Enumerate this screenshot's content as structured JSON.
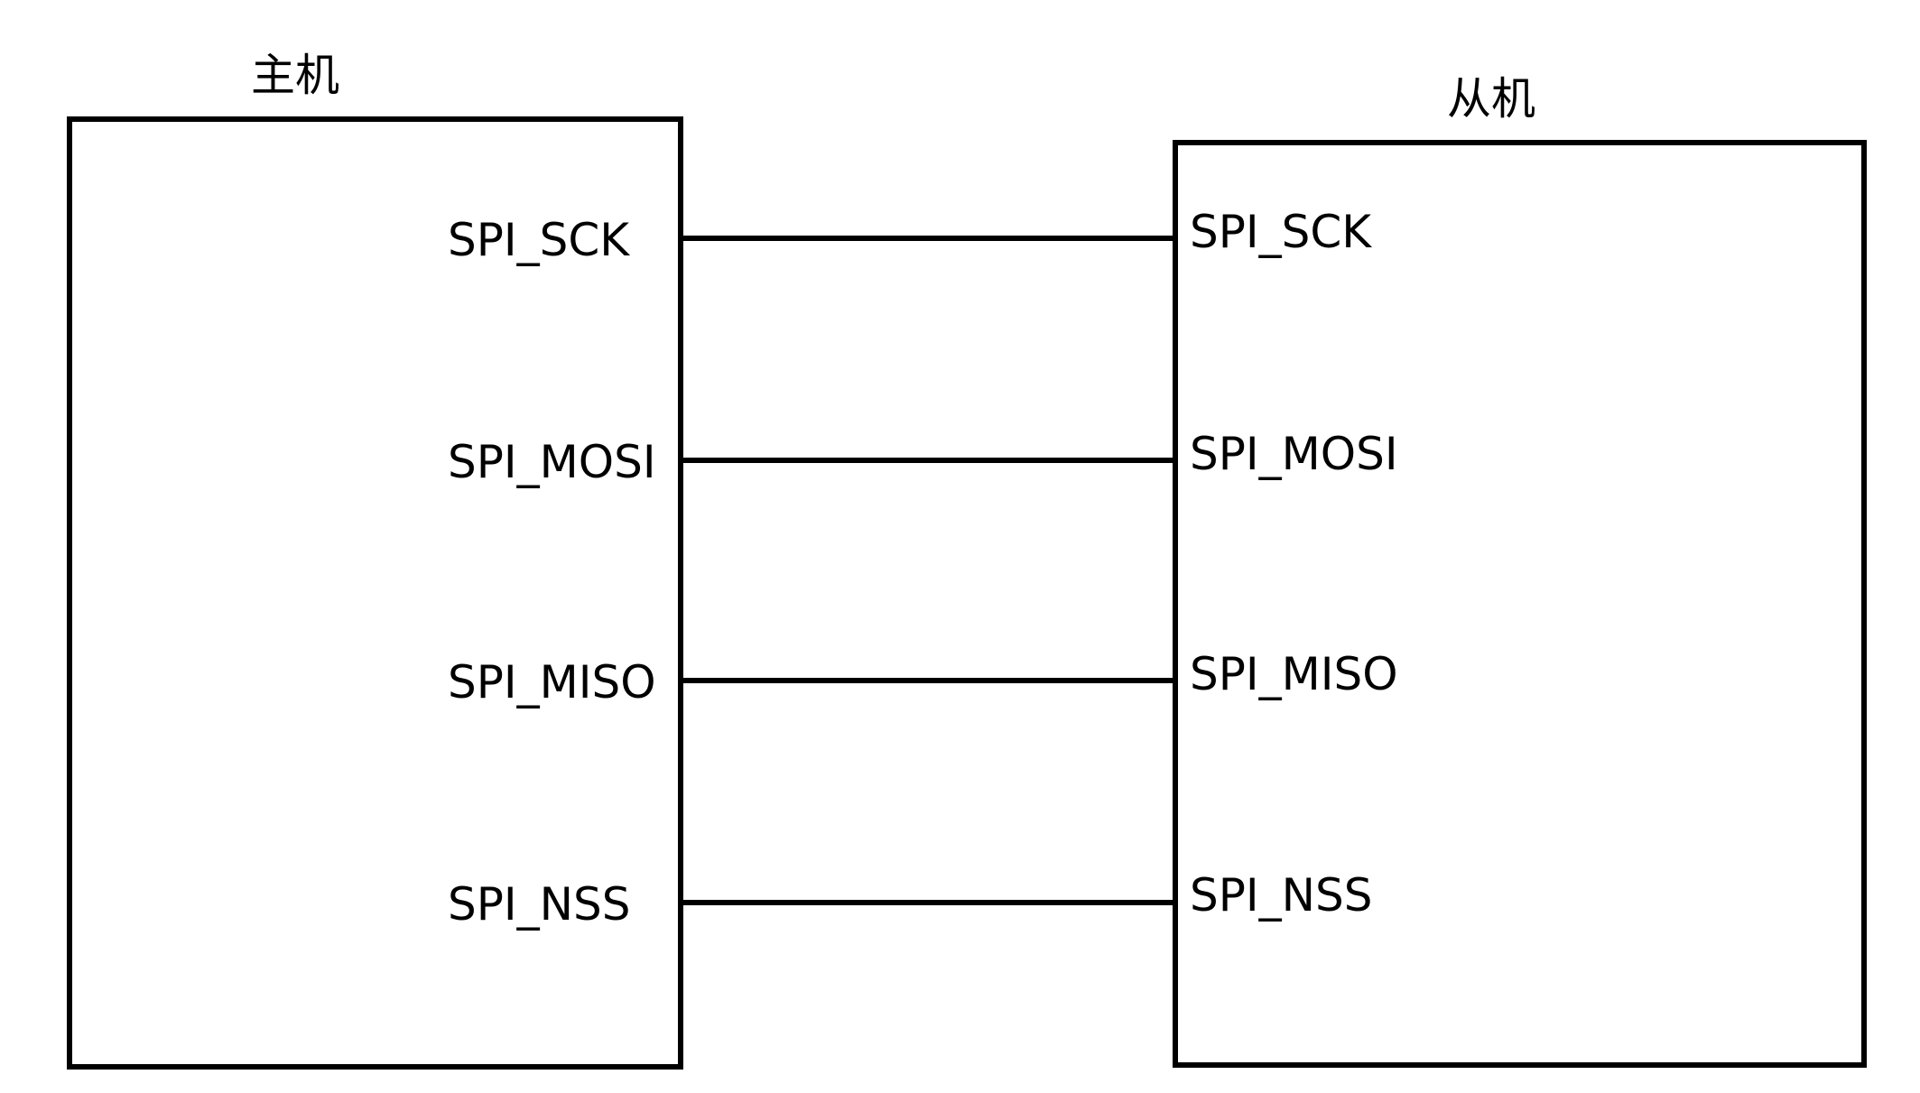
{
  "master": {
    "title": "主机",
    "pins": [
      "SPI_SCK",
      "SPI_MOSI",
      "SPI_MISO",
      "SPI_NSS"
    ]
  },
  "slave": {
    "title": "从机",
    "pins": [
      "SPI_SCK",
      "SPI_MOSI",
      "SPI_MISO",
      "SPI_NSS"
    ]
  },
  "connections": [
    {
      "from": "SPI_SCK",
      "to": "SPI_SCK"
    },
    {
      "from": "SPI_MOSI",
      "to": "SPI_MOSI"
    },
    {
      "from": "SPI_MISO",
      "to": "SPI_MISO"
    },
    {
      "from": "SPI_NSS",
      "to": "SPI_NSS"
    }
  ]
}
